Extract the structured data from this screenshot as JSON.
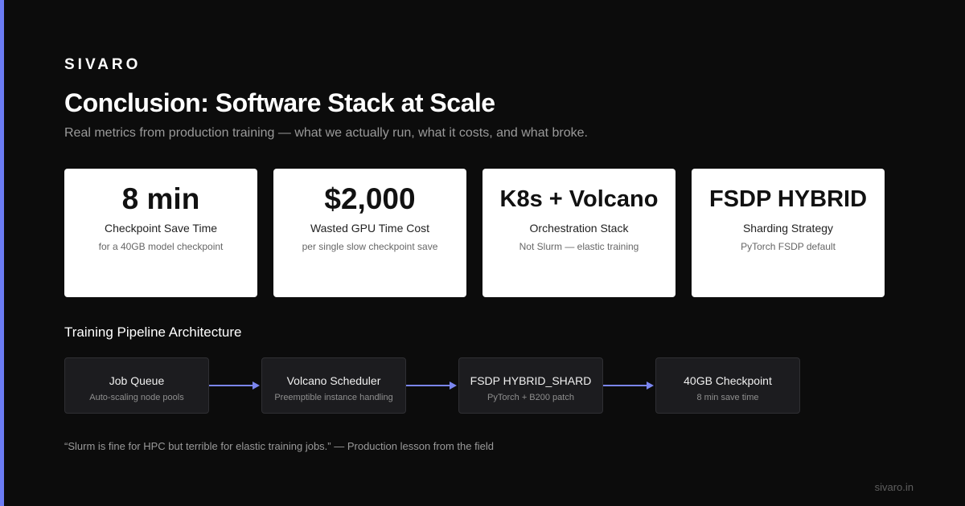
{
  "brand": "SIVARO",
  "title": "Conclusion: Software Stack at Scale",
  "subtitle": "Real metrics from production training — what we actually run, what it costs, and what broke.",
  "cards": [
    {
      "value": "8 min",
      "label": "Checkpoint Save Time",
      "note": "for a 40GB model checkpoint"
    },
    {
      "value": "$2,000",
      "label": "Wasted GPU Time Cost",
      "note": "per single slow checkpoint save"
    },
    {
      "value": "K8s + Volcano",
      "label": "Orchestration Stack",
      "note": "Not Slurm — elastic training"
    },
    {
      "value": "FSDP HYBRID",
      "label": "Sharding Strategy",
      "note": "PyTorch FSDP default"
    }
  ],
  "pipeline": {
    "title": "Training Pipeline Architecture",
    "nodes": [
      {
        "title": "Job Queue",
        "note": "Auto-scaling node pools"
      },
      {
        "title": "Volcano Scheduler",
        "note": "Preemptible instance handling"
      },
      {
        "title": "FSDP HYBRID_SHARD",
        "note": "PyTorch + B200 patch"
      },
      {
        "title": "40GB Checkpoint",
        "note": "8 min save time"
      }
    ]
  },
  "quote": "“Slurm is fine for HPC but terrible for elastic training jobs.” — Production lesson from the field",
  "footer": "sivaro.in",
  "colors": {
    "accent": "#6c7cf5",
    "background": "#0c0c0c",
    "card": "#ffffff",
    "node": "#1c1c1f",
    "arrow": "#7b86f0"
  }
}
